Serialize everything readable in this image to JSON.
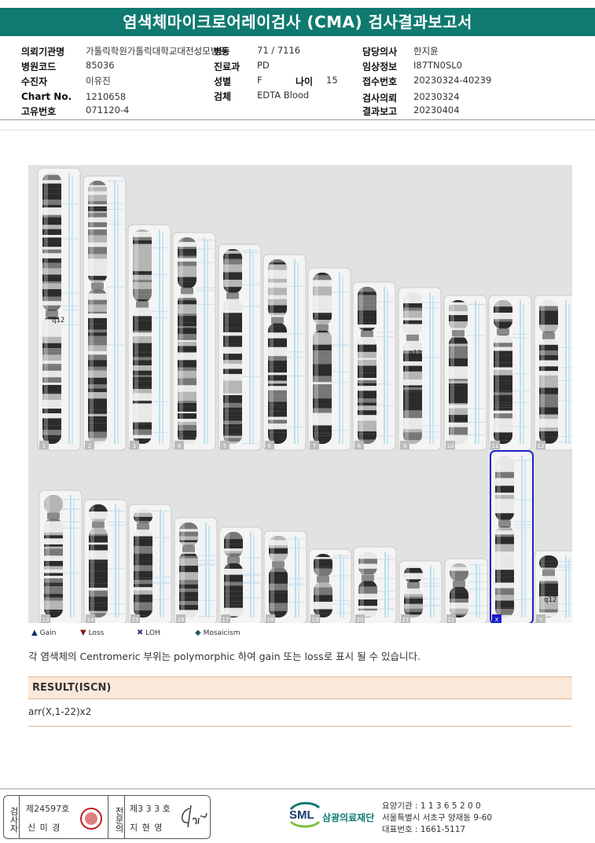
{
  "title": "염색체마이크로어레이검사 (CMA) 검사결과보고서",
  "info": {
    "col1": [
      {
        "label": "의뢰기관명",
        "value": "가톨릭학원가톨릭대학교대전성모병원"
      },
      {
        "label": "병원코드",
        "value": "85036"
      },
      {
        "label": "수진자",
        "value": "이유진"
      },
      {
        "label": "Chart No.",
        "value": "1210658"
      },
      {
        "label": "고유번호",
        "value": "071120-4"
      }
    ],
    "ward_value": "71 / 7116",
    "ward_label": "병동",
    "dept_label": "진료과",
    "dept_value": "PD",
    "sex_label": "성별",
    "sex_value": "F",
    "age_label": "나이",
    "age_value": "15",
    "specimen_label": "검체",
    "specimen_value": "EDTA Blood",
    "col3": [
      {
        "label": "담당의사",
        "value": "한지윤"
      },
      {
        "label": "임상정보",
        "value": "I87TN0SL0"
      },
      {
        "label": "접수번호",
        "value": "20230324-40239"
      },
      {
        "label": "검사의뢰",
        "value": "20230324"
      },
      {
        "label": "결과보고",
        "value": "20230404"
      }
    ]
  },
  "karyogram": {
    "row1": [
      "1",
      "2",
      "3",
      "4",
      "5",
      "6",
      "7",
      "8",
      "9",
      "10",
      "11",
      "12"
    ],
    "row2": [
      "13",
      "14",
      "15",
      "16",
      "17",
      "18",
      "19",
      "20",
      "21",
      "22",
      "X",
      "Y"
    ],
    "annotations": [
      "q12",
      "q12",
      "q12"
    ],
    "highlight_color": "#2222cc"
  },
  "legend": [
    {
      "label": "Gain",
      "symbol": "▲",
      "color": "#1a2a6c"
    },
    {
      "label": "Loss",
      "symbol": "▼",
      "color": "#8b1a1a"
    },
    {
      "label": "LOH",
      "symbol": "✖",
      "color": "#5a2a8a"
    },
    {
      "label": "Mosaicism",
      "symbol": "◆",
      "color": "#1f5a6a"
    }
  ],
  "note": "각 염색체의 Centromeric 부위는 polymorphic 하여 gain 또는 loss로 표시 될 수 있습니다.",
  "result": {
    "heading": "RESULT(ISCN)",
    "value": "arr(X,1-22)x2"
  },
  "footer": {
    "sign1_role": "검사자",
    "sign1_no": "제24597호",
    "sign1_name": "신 미 경",
    "sign2_role": "전문의",
    "sign2_no": "제3 3 3 호",
    "sign2_name": "지 현 영",
    "logo_text": "SML",
    "org_name": "삼광의료재단",
    "org_code": "요양기관 : 1 1 3 6 5 2 0 0",
    "org_addr": "서울특별시 서초구 양재동 9-60",
    "org_tel": "대표번호 : 1661-5117"
  }
}
